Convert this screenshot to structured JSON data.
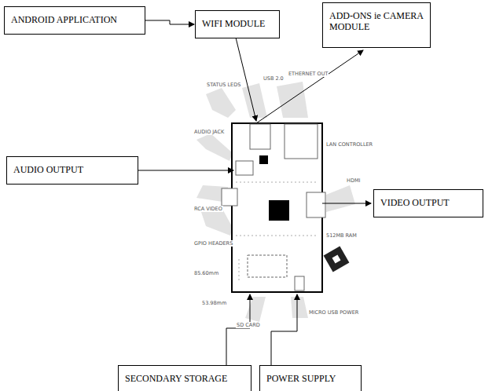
{
  "diagram": {
    "nodes": [
      {
        "text": [
          "ANDROID APPLICATION"
        ]
      },
      {
        "text": [
          "WIFI MODULE"
        ]
      },
      {
        "text": [
          "ADD-ONS ie CAMERA MODULE"
        ]
      },
      {
        "text": [
          "AUDIO OUTPUT"
        ]
      },
      {
        "text": [
          "VIDEO OUTPUT"
        ]
      },
      {
        "text": [
          "SECONDARY STORAGE"
        ]
      },
      {
        "text": [
          "POWER SUPPLY"
        ]
      }
    ],
    "edges": [
      {
        "from": 0,
        "to": 1,
        "arrow": "to"
      }
    ],
    "labels": [
      "STATUS LEDS",
      "USB 2.0",
      "ETHERNET OUT",
      "AUDIO JACK",
      "RCA VIDEO",
      "HDMI",
      "GPIO HEADERS",
      "SD CARD",
      "MICRO USB POWER",
      "85.60mm",
      "53.98mm",
      "512MB RAM",
      "LAN CONTROLLER"
    ]
  }
}
